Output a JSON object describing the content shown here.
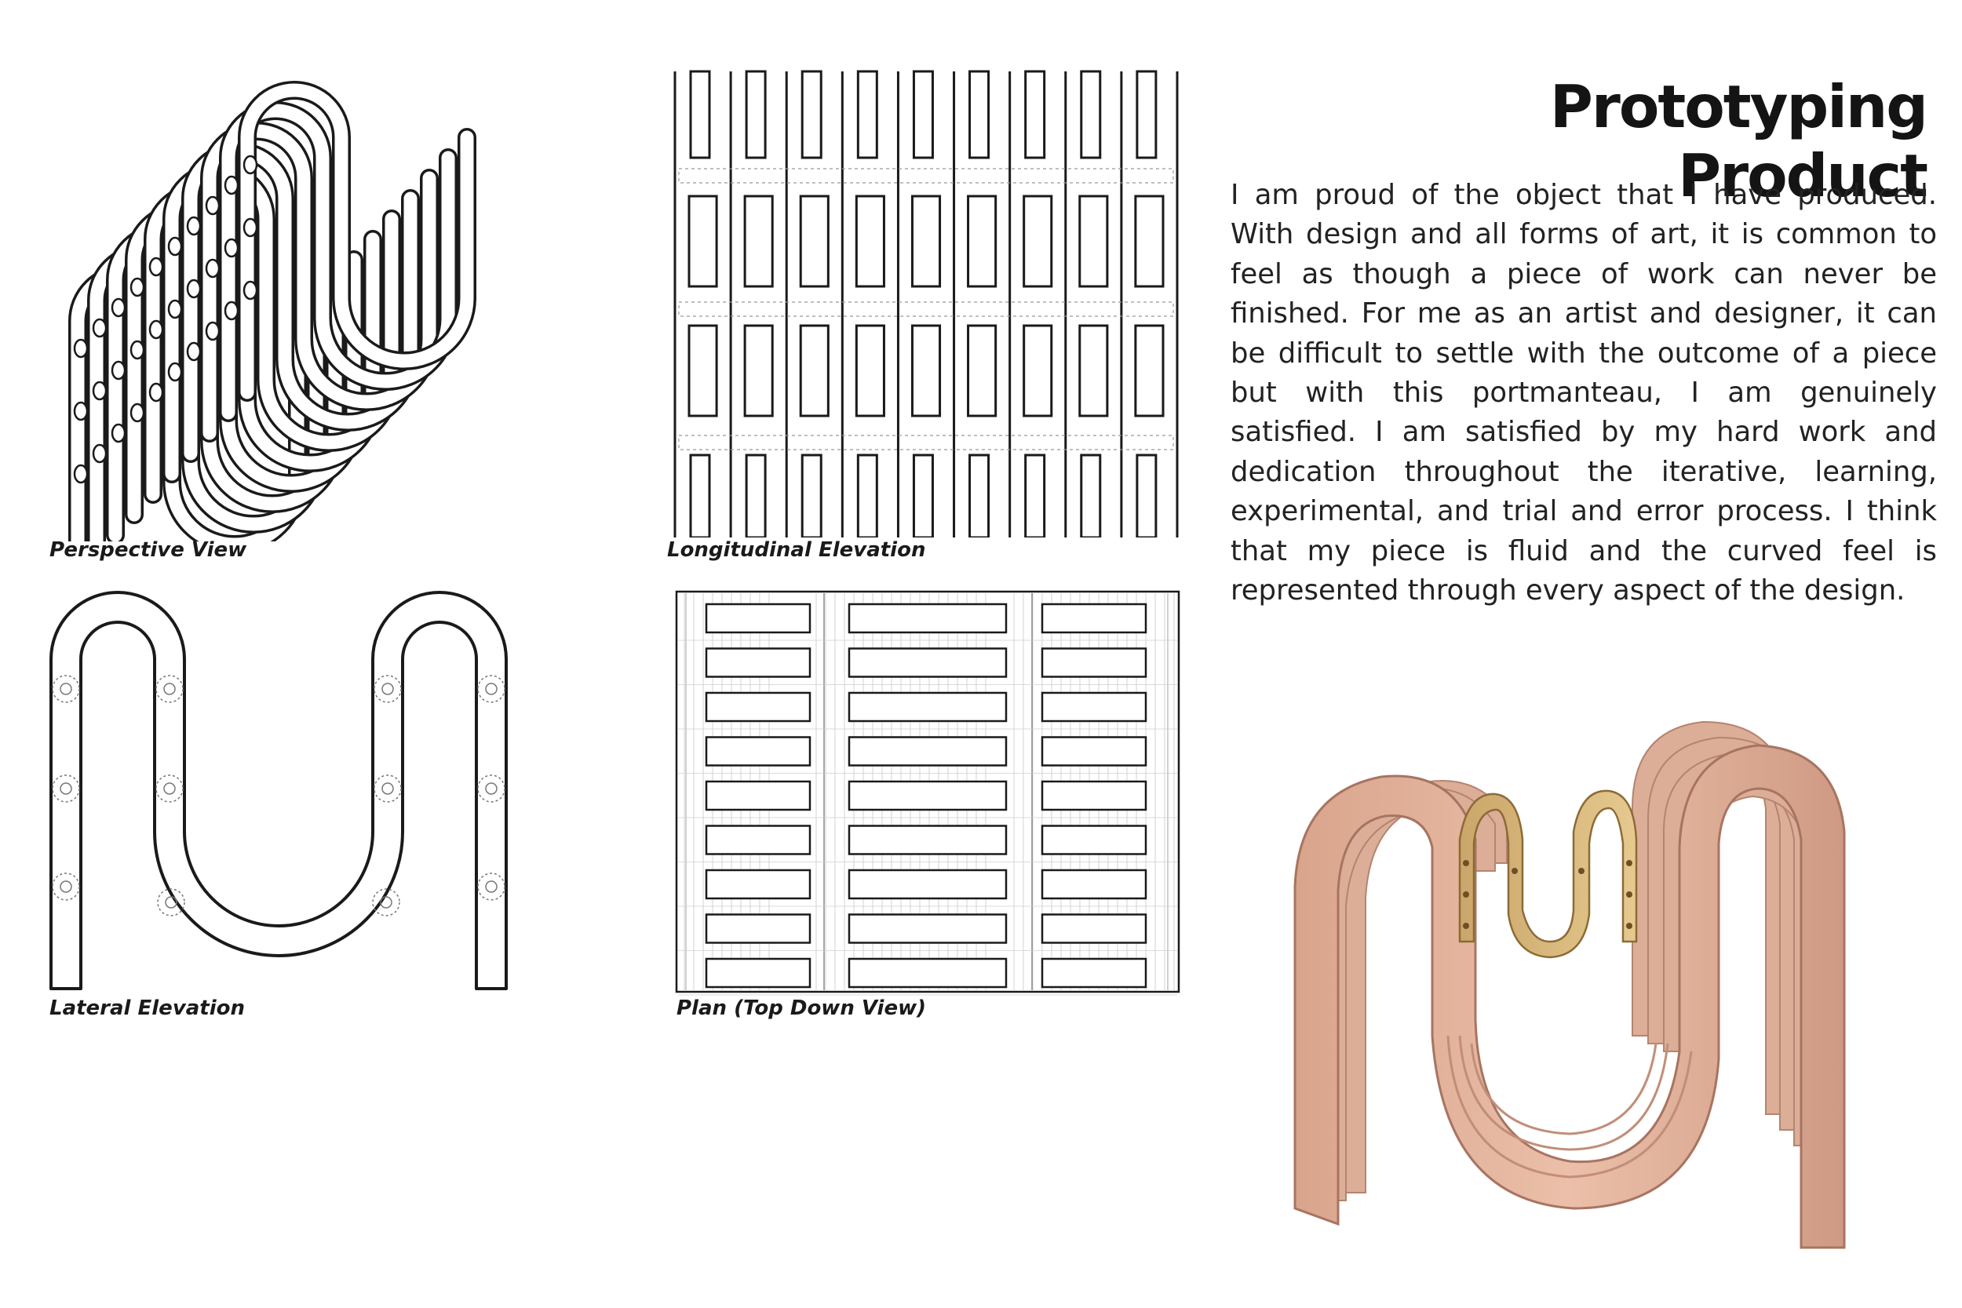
{
  "page": {
    "title": "Prototyping Product",
    "body": "I am proud of the object that I have produced. With design and all forms of art, it is common to feel as though a piece of work can never be finished. For me as an artist and designer, it can be difficult to settle with the outcome of a piece but with this portmanteau, I am genuinely satisfied. I am satisfied by my hard work and dedication throughout the iterative, learning, experimental, and trial and error process. I think that my piece is fluid and the curved feel is represented through every aspect of the design."
  },
  "drawings": {
    "perspective": {
      "caption": "Perspective View"
    },
    "longitudinal": {
      "caption": "Longitudinal Elevation"
    },
    "lateral": {
      "caption": "Lateral Elevation"
    },
    "plan": {
      "caption": "Plan (Top Down View)"
    }
  },
  "colors": {
    "line": "#1a1a1a",
    "wood_light": "#e6b8a2",
    "wood_dark": "#b98570",
    "ply_accent": "#d8b87a"
  }
}
